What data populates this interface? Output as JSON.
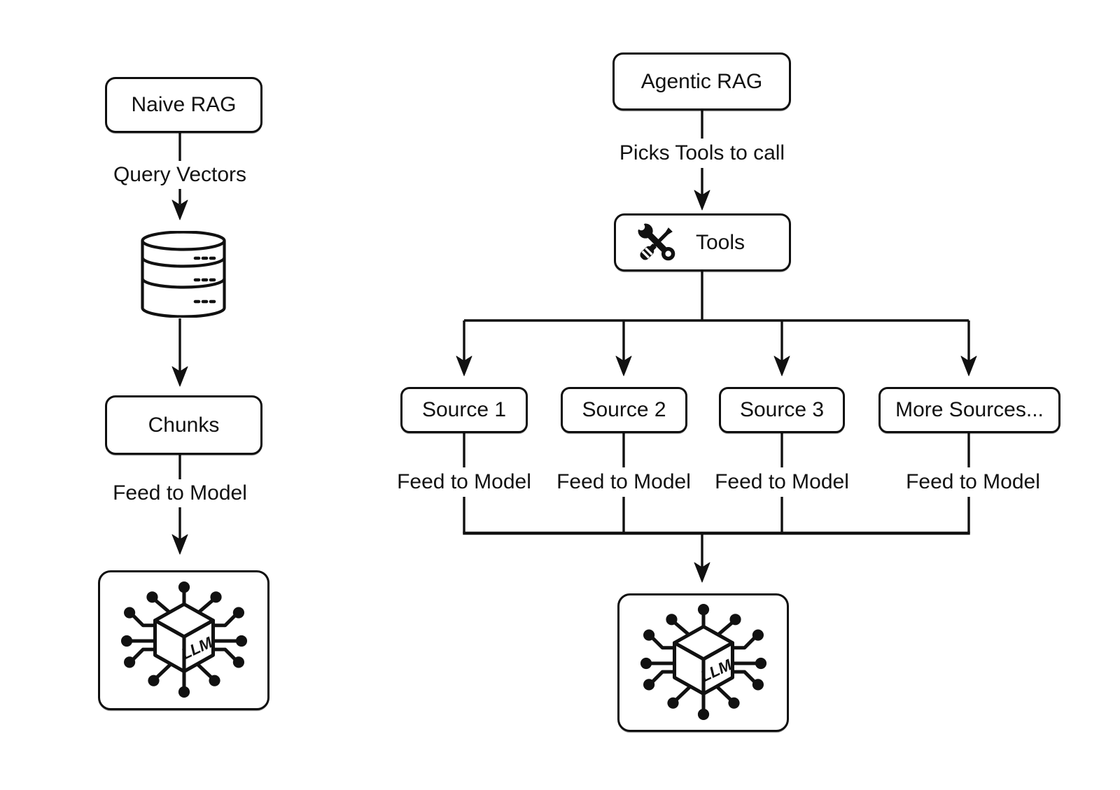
{
  "left": {
    "title": "Naive RAG",
    "query_edge_label": "Query Vectors",
    "chunks_label": "Chunks",
    "feed_edge_label": "Feed to Model",
    "llm_label": "LLM"
  },
  "right": {
    "title": "Agentic RAG",
    "picks_edge_label": "Picks Tools to call",
    "tools_label": "Tools",
    "sources": [
      {
        "label": "Source 1",
        "feed_label": "Feed to Model"
      },
      {
        "label": "Source 2",
        "feed_label": "Feed to Model"
      },
      {
        "label": "Source 3",
        "feed_label": "Feed to Model"
      },
      {
        "label": "More Sources...",
        "feed_label": "Feed to Model"
      }
    ],
    "llm_label": "LLM"
  },
  "colors": {
    "stroke": "#111111",
    "background": "#ffffff",
    "text": "#111111"
  }
}
